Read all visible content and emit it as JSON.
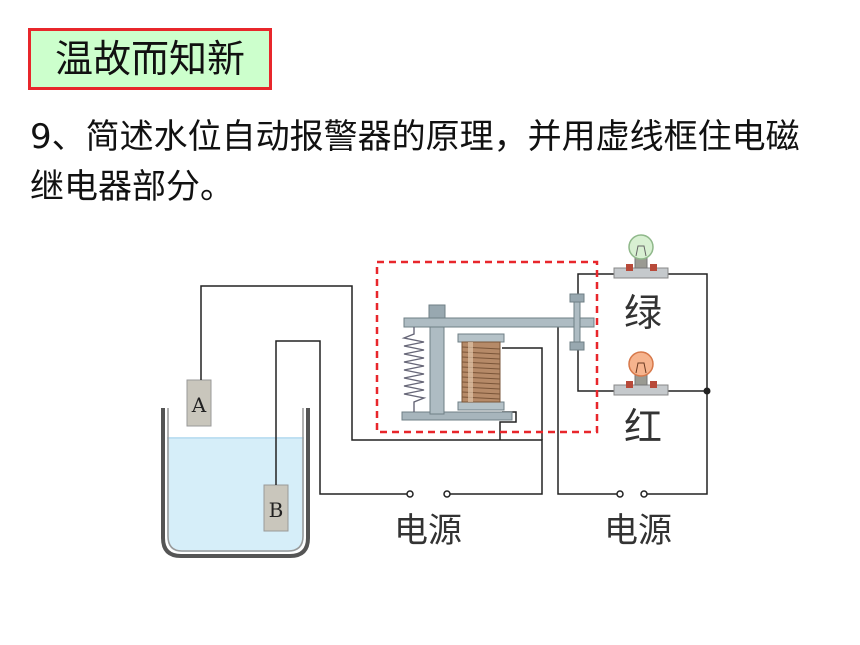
{
  "header": {
    "badge": "温故而知新"
  },
  "question": {
    "text": "9、简述水位自动报警器的原理，并用虚线框住电磁继电器部分。"
  },
  "diagram": {
    "electrode_a": "A",
    "electrode_b": "B",
    "lamp_green": "绿",
    "lamp_red": "红",
    "source_left": "电源",
    "source_right": "电源"
  },
  "colors": {
    "badge_border": "#e8262b",
    "badge_fill": "#ccffcc",
    "dash_box": "#e8262b",
    "water": "#d6eef9"
  }
}
